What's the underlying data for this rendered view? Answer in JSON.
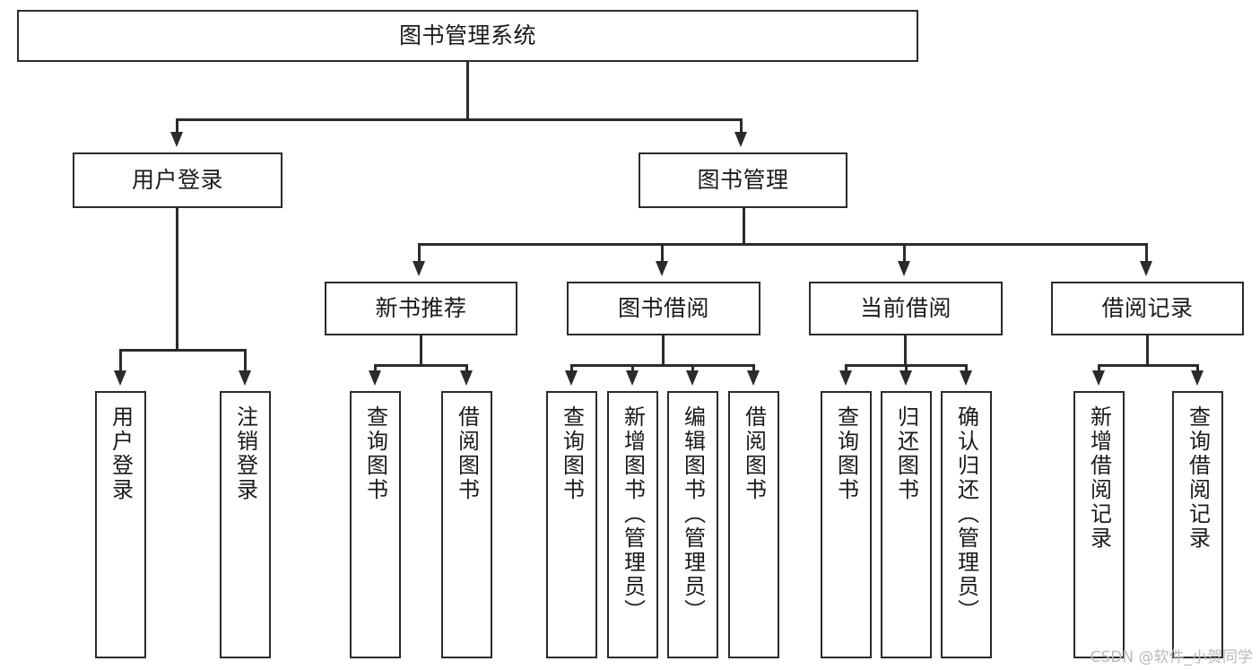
{
  "diagram": {
    "title": "图书管理系统",
    "type": "tree",
    "watermark": "CSDN @软件_小贺同学"
  },
  "colors": {
    "stroke": "#2b2b2b",
    "fill": "#ffffff",
    "text": "#1a1a1a",
    "watermark": "#b9b9b9"
  },
  "nodes": {
    "root": {
      "label": "图书管理系统"
    },
    "level2": [
      {
        "label": "用户登录"
      },
      {
        "label": "图书管理"
      }
    ],
    "level3": [
      {
        "label": "新书推荐"
      },
      {
        "label": "图书借阅"
      },
      {
        "label": "当前借阅"
      },
      {
        "label": "借阅记录"
      }
    ],
    "leaves": {
      "user_login": [
        {
          "label": "用户登录"
        },
        {
          "label": "注销登录"
        }
      ],
      "new_book": [
        {
          "label": "查询图书"
        },
        {
          "label": "借阅图书"
        }
      ],
      "book_borrow": [
        {
          "label": "查询图书"
        },
        {
          "label": "新增图书（管理员）"
        },
        {
          "label": "编辑图书（管理员）"
        },
        {
          "label": "借阅图书"
        }
      ],
      "current_borrow": [
        {
          "label": "查询图书"
        },
        {
          "label": "归还图书"
        },
        {
          "label": "确认归还（管理员）"
        }
      ],
      "borrow_record": [
        {
          "label": "新增借阅记录"
        },
        {
          "label": "查询借阅记录"
        }
      ]
    }
  }
}
